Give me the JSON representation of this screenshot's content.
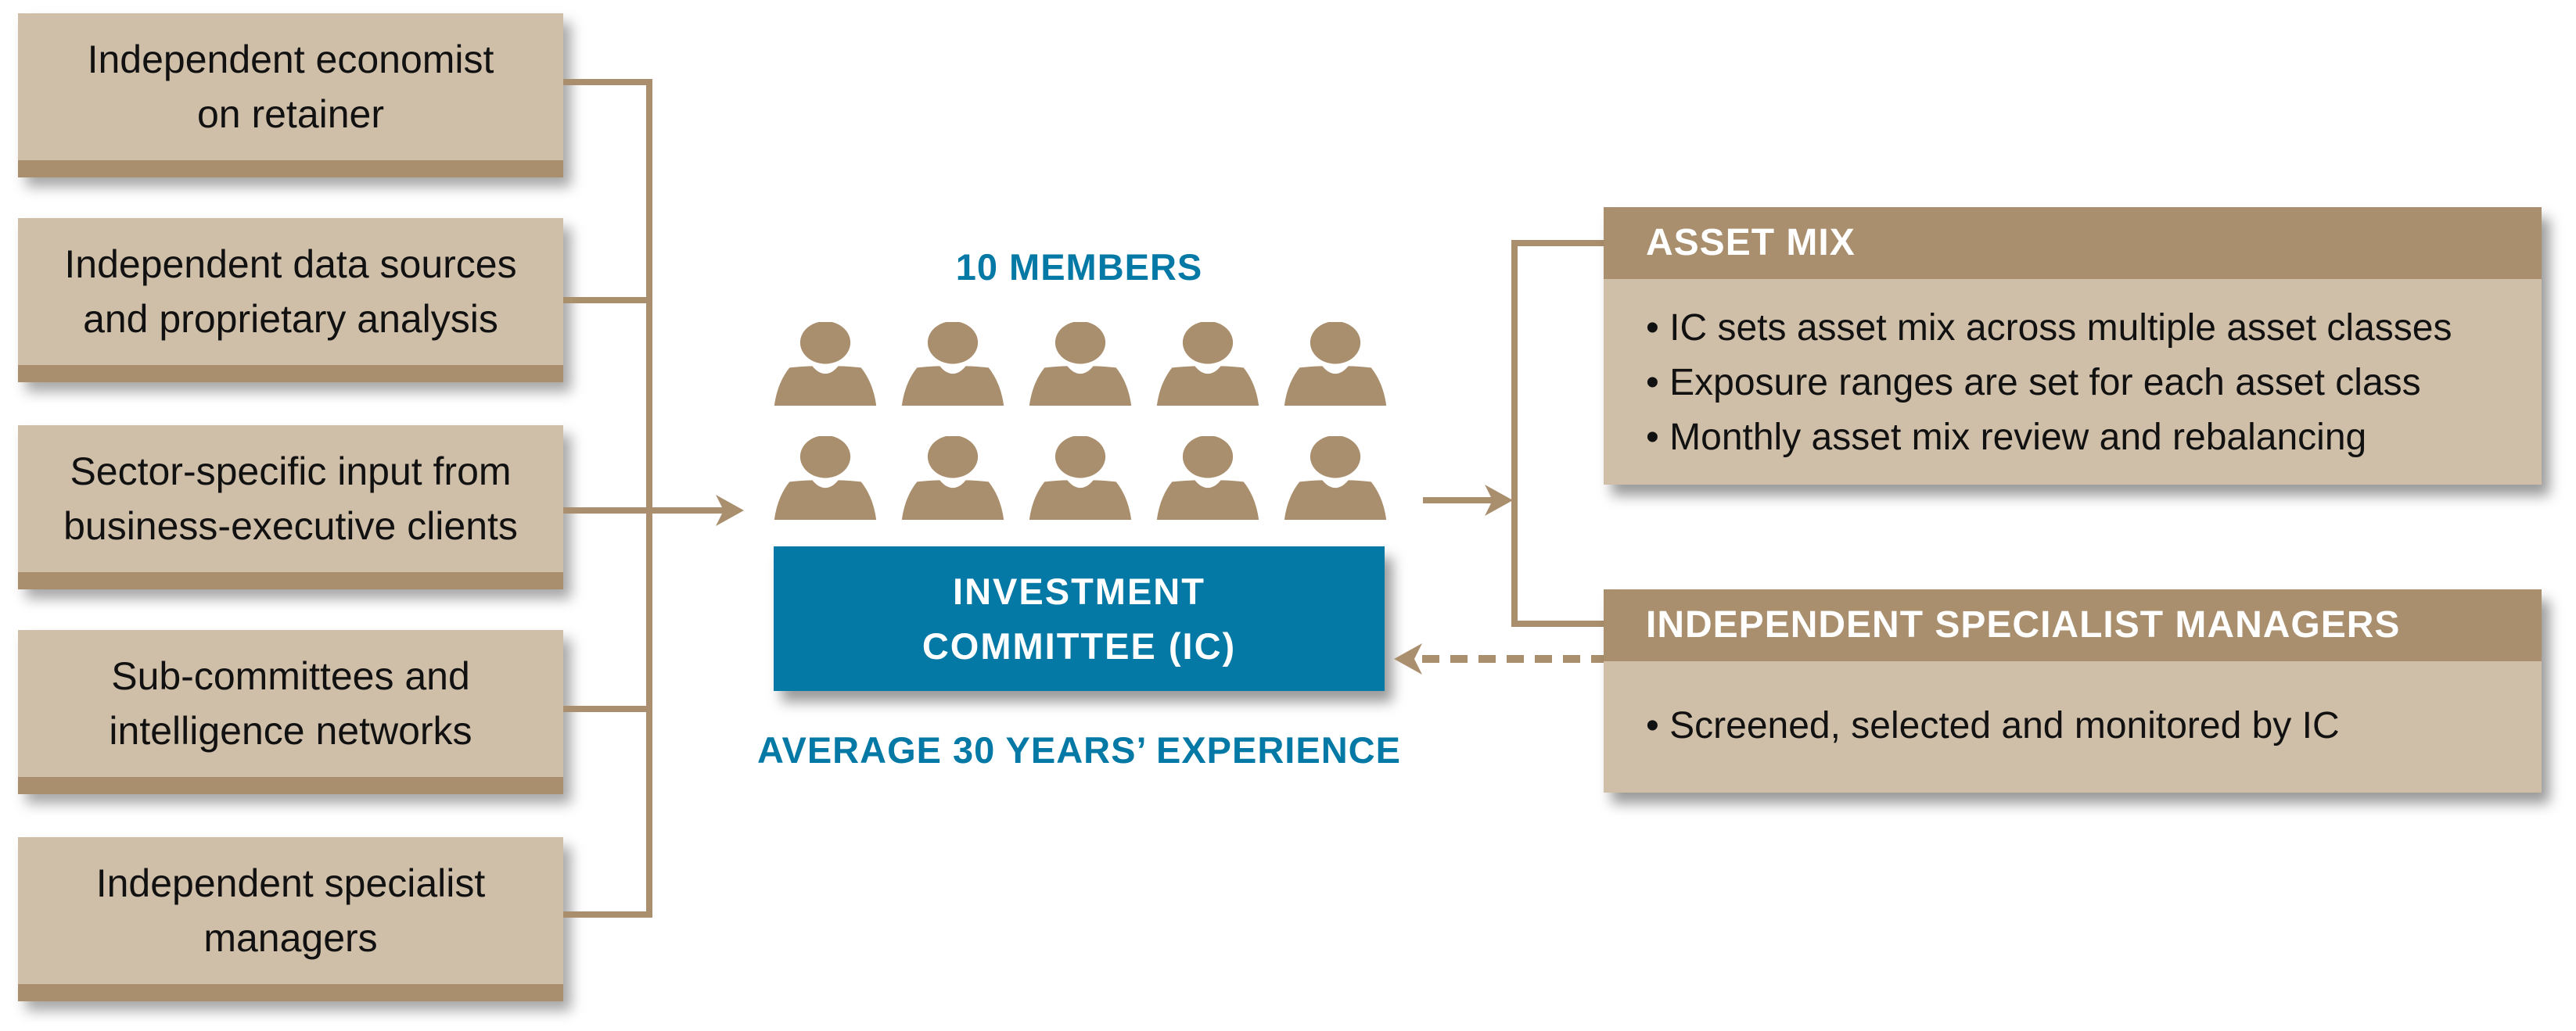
{
  "inputs": [
    {
      "lines": [
        "Independent economist",
        "on retainer"
      ]
    },
    {
      "lines": [
        "Independent data sources",
        "and proprietary analysis"
      ]
    },
    {
      "lines": [
        "Sector-specific input from",
        "business-executive clients"
      ]
    },
    {
      "lines": [
        "Sub-committees and",
        "intelligence networks"
      ]
    },
    {
      "lines": [
        "Independent specialist",
        "managers"
      ]
    }
  ],
  "committee": {
    "members_label": "10 MEMBERS",
    "member_count": 10,
    "title_line1": "INVESTMENT",
    "title_line2": "COMMITTEE (IC)",
    "experience_label": "AVERAGE 30 YEARS’ EXPERIENCE"
  },
  "outputs": [
    {
      "title": "ASSET MIX",
      "bullets": [
        "IC sets asset mix across multiple asset classes",
        "Exposure ranges are set for each asset class",
        "Monthly asset mix review and rebalancing"
      ]
    },
    {
      "title": "INDEPENDENT SPECIALIST MANAGERS",
      "bullets": [
        "Screened, selected and monitored by IC"
      ]
    }
  ],
  "colors": {
    "box_fill": "#cfbea8",
    "accent_tan": "#a98f6d",
    "accent_blue": "#0479a5"
  }
}
